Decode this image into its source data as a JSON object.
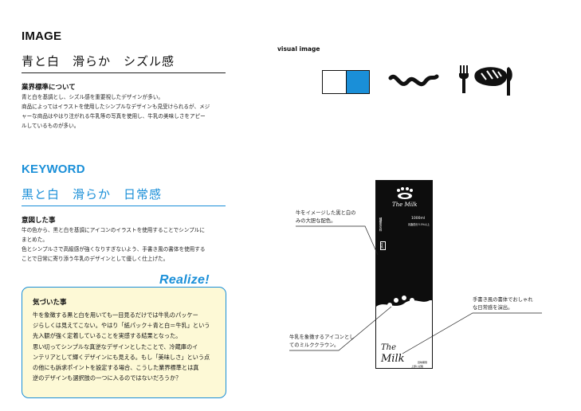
{
  "image_section": {
    "heading": "IMAGE",
    "keywords": "青と白　滑らか　シズル感",
    "subheading": "業界標準について",
    "body": [
      "青と白を基調とし、シズル感を重要視したデザインが多い。",
      "商品によってはイラストを使用したシンプルなデザインも見受けられるが、メジ",
      "ャーな商品はやはり注がれる牛乳等の写真を使用し、牛乳の美味しさをアピー",
      "ルしているものが多い。"
    ]
  },
  "keyword_section": {
    "heading": "KEYWORD",
    "keywords": "黒と白　滑らか　日常感",
    "subheading": "意図した事",
    "body": [
      "牛の色から、黒と白を基調にアイコンのイラストを使用することでシンプルに",
      "まとめた。",
      "色とシンプルさで高級感が強くなりすぎないよう、手書き風の書体を使用する",
      "ことで日常に寄り添う牛乳のデザインとして優しく仕上げた。"
    ]
  },
  "realize": {
    "label": "Realize!",
    "title": "気づいた事",
    "body": [
      "牛を象徴する黒と白を用いても一目見るだけでは牛乳のパッケー",
      "ジらしくは見えてこない。やはり「紙パック＋青と白＝牛乳」という",
      "先入観が強く定着していることを実感する結果となった。",
      "思い切ってシンプルな真逆なデザインとしたことで、冷蔵庫のイ",
      "ンテリアとして輝くデザインにも見える。もし「美味しさ」という点",
      "の他にも訴求ポイントを設定する場合、こうした業界標準とは真",
      "逆のデザインも選択肢の一つに入るのではないだろうか？"
    ]
  },
  "visual_image": {
    "label": "visual image",
    "colors": {
      "white": "#ffffff",
      "blue": "#1a8fd8",
      "black": "#111111"
    },
    "icons": [
      "wave-icon",
      "fork-knife-steak-icon"
    ]
  },
  "annotations": {
    "cow": [
      "牛をイメージした黒と白の",
      "みの大胆な配色。"
    ],
    "crown": [
      "牛乳を象徴するアイコンとし",
      "てのミルククラウン。"
    ],
    "font": [
      "手書き風の書体でおしゃれ",
      "な日常感を演出。"
    ]
  },
  "carton": {
    "brand_top": "The Milk",
    "volume": "1000ml",
    "spec": "乳脂肪分3.5%以上",
    "side_label": "種類別名称",
    "side_value": "牛乳",
    "brand_bottom_1": "The",
    "brand_bottom_2": "Milk",
    "small_note_1": "賞味期限",
    "small_note_2": "上部に記載"
  }
}
